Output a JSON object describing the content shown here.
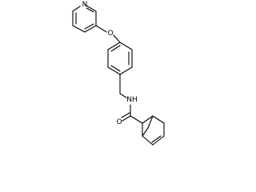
{
  "image": {
    "kind": "chemical-structure-diagram",
    "background_color": "#ffffff",
    "bond_color": "#000000"
  },
  "atom_labels": {
    "pyridine_n": "N",
    "ether_o": "O",
    "amide_nh": "NH",
    "carbonyl_o": "O"
  }
}
